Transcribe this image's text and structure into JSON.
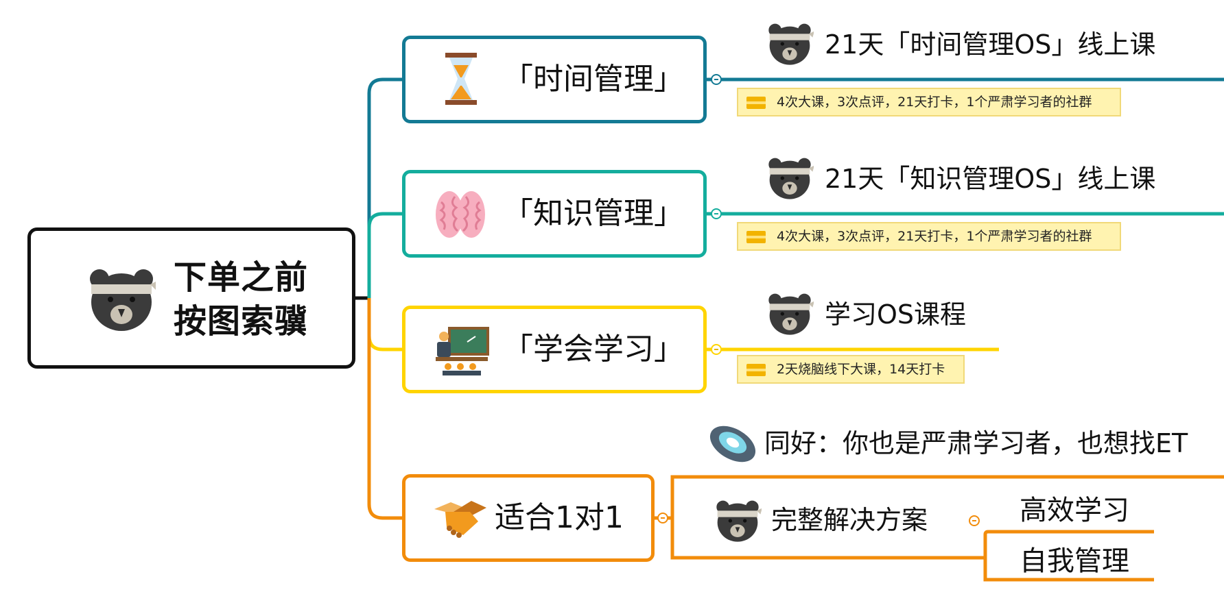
{
  "colors": {
    "root": "#111111",
    "time": "#137a94",
    "knowledge": "#14ad9d",
    "learning": "#ffd400",
    "oneonone": "#f28c0b",
    "note_bg": "#fff3b0",
    "note_border": "#f1d978"
  },
  "root": {
    "line1": "下单之前",
    "line2": "按图索骥",
    "icon": "bear-icon"
  },
  "branches": [
    {
      "label": "「时间管理」",
      "icon": "hourglass-icon",
      "course": "21天「时间管理OS」线上课",
      "note": "4次大课，3次点评，21天打卡，1个严肃学习者的社群"
    },
    {
      "label": "「知识管理」",
      "icon": "brain-icon",
      "course": "21天「知识管理OS」线上课",
      "note": "4次大课，3次点评，21天打卡，1个严肃学习者的社群"
    },
    {
      "label": "「学会学习」",
      "icon": "teacher-icon",
      "course": "学习OS课程",
      "note": "2天烧脑线下大课，14天打卡"
    },
    {
      "label": "适合1对1",
      "icon": "handshake-icon",
      "solution": "完整解决方案",
      "leaves": [
        "高效学习",
        "自我管理"
      ]
    }
  ],
  "floating": {
    "text": "同好：你也是严肃学习者，也想找ET",
    "icon": "ufo-icon"
  }
}
